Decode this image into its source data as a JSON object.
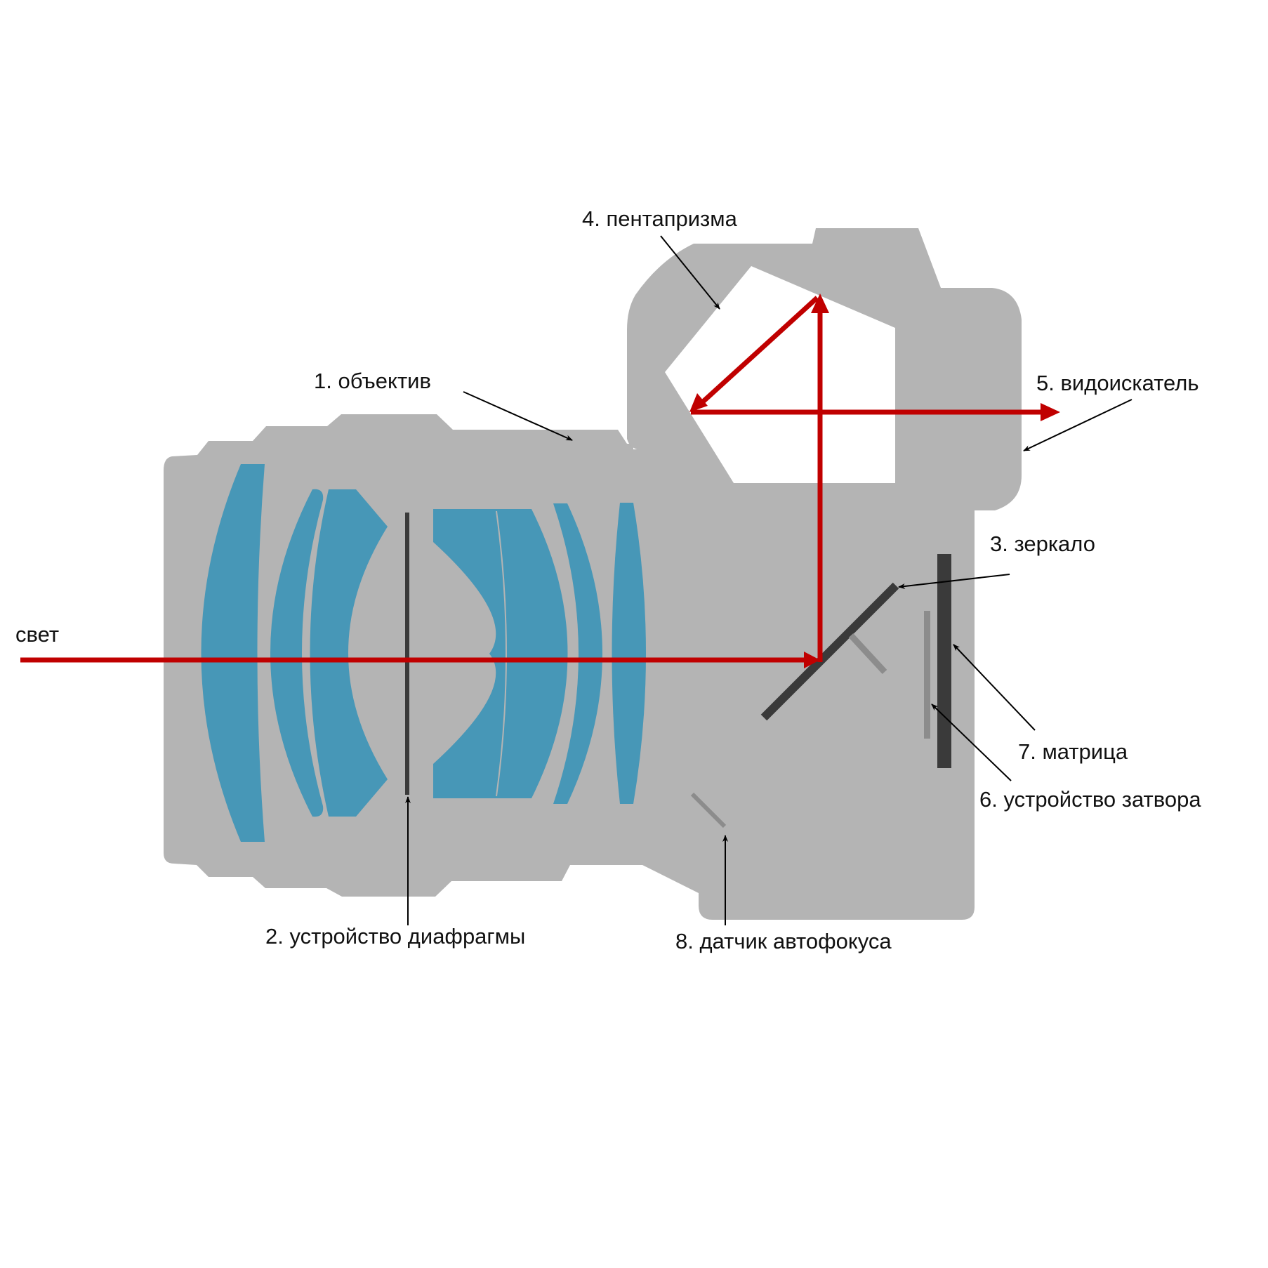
{
  "diagram": {
    "title": "",
    "colors": {
      "body": "#b4b4b4",
      "lens": "#4797b7",
      "light_path": "#c00000",
      "dark_part": "#3a3a3a",
      "light_part": "#8c8c8c",
      "leader": "#000000",
      "background": "#ffffff"
    },
    "input_label": "свет",
    "labels": [
      {
        "id": "lens",
        "text": "1. объектив"
      },
      {
        "id": "aperture",
        "text": "2. устройство диафрагмы"
      },
      {
        "id": "mirror",
        "text": "3. зеркало"
      },
      {
        "id": "pentaprism",
        "text": "4. пентапризма"
      },
      {
        "id": "viewfinder",
        "text": "5. видоискатель"
      },
      {
        "id": "shutter",
        "text": "6. устройство затвора"
      },
      {
        "id": "sensor",
        "text": "7. матрица"
      },
      {
        "id": "autofocus",
        "text": "8. датчик автофокуса"
      }
    ]
  }
}
